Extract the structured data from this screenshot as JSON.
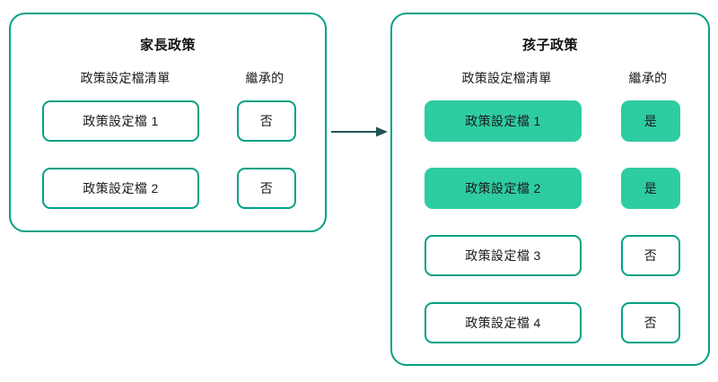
{
  "diagram": {
    "type": "inheritance-flow",
    "colors": {
      "border": "#00a183",
      "highlight_fill": "#2ecca1",
      "arrow": "#215450",
      "text": "#1a1a1a",
      "background": "#ffffff"
    },
    "arrow": {
      "name": "flow-arrow",
      "direction": "left-to-right",
      "from": "parent-policy-panel",
      "to": "child-policy-panel"
    },
    "panels": [
      {
        "id": "parent",
        "title": "家長政策",
        "columns": {
          "profiles": "政策設定檔清單",
          "inherited": "繼承的"
        },
        "rows": [
          {
            "profile": "政策設定檔 1",
            "inherited": "否",
            "highlighted": false
          },
          {
            "profile": "政策設定檔 2",
            "inherited": "否",
            "highlighted": false
          }
        ]
      },
      {
        "id": "child",
        "title": "孩子政策",
        "columns": {
          "profiles": "政策設定檔清單",
          "inherited": "繼承的"
        },
        "rows": [
          {
            "profile": "政策設定檔 1",
            "inherited": "是",
            "highlighted": true
          },
          {
            "profile": "政策設定檔 2",
            "inherited": "是",
            "highlighted": true
          },
          {
            "profile": "政策設定檔 3",
            "inherited": "否",
            "highlighted": false
          },
          {
            "profile": "政策設定檔 4",
            "inherited": "否",
            "highlighted": false
          }
        ]
      }
    ]
  }
}
